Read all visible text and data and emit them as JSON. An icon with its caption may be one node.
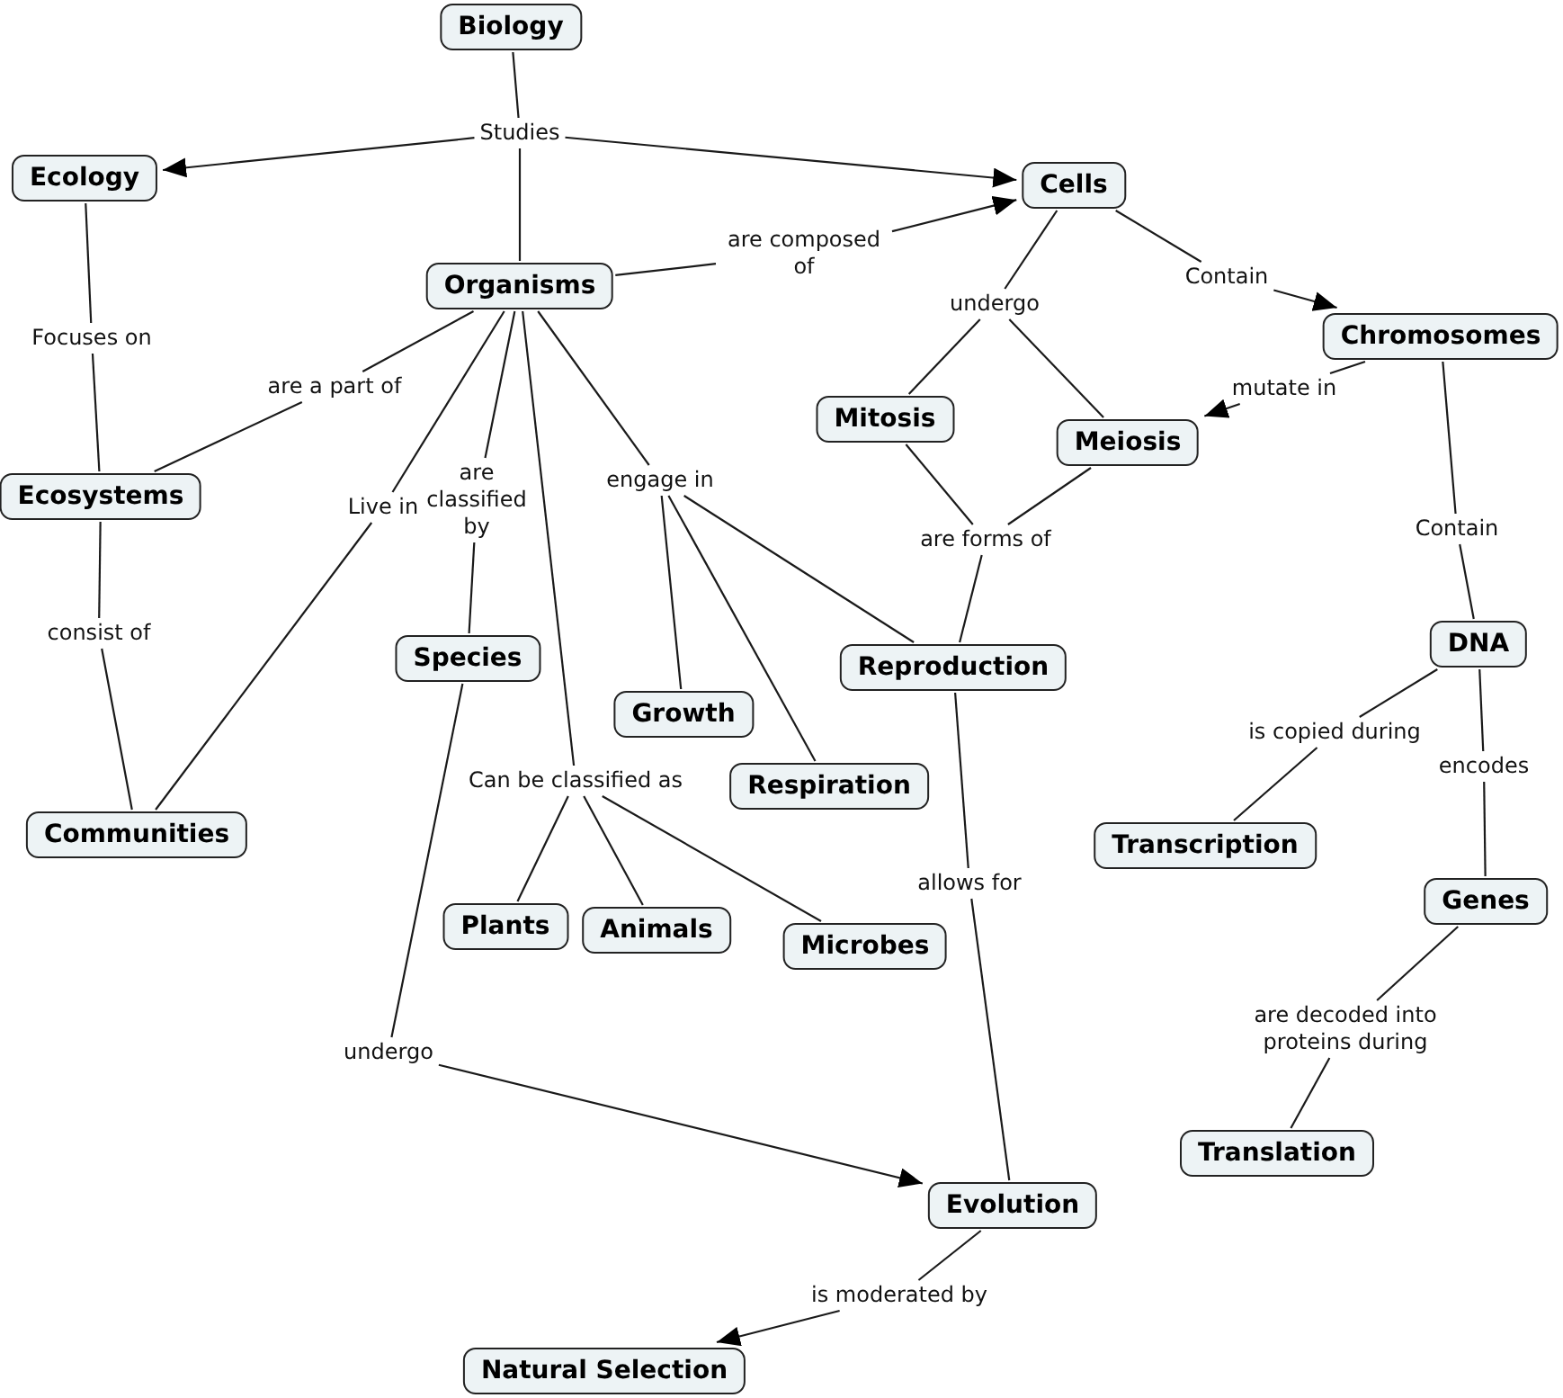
{
  "diagram": {
    "nodes": [
      {
        "text": [
          "Biology"
        ]
      },
      {
        "text": [
          "Studies"
        ]
      },
      {
        "text": [
          "Ecology"
        ]
      },
      {
        "text": [
          "Cells"
        ]
      },
      {
        "text": [
          "Organisms"
        ]
      },
      {
        "text": [
          "are composed of"
        ]
      },
      {
        "text": [
          "Contain"
        ]
      },
      {
        "text": [
          "Chromosomes"
        ]
      },
      {
        "text": [
          "undergo"
        ]
      },
      {
        "text": [
          "Focuses on"
        ]
      },
      {
        "text": [
          "are a part of"
        ]
      },
      {
        "text": [
          "mutate in"
        ]
      },
      {
        "text": [
          "Mitosis"
        ]
      },
      {
        "text": [
          "Meiosis"
        ]
      },
      {
        "text": [
          "Ecosystems"
        ]
      },
      {
        "text": [
          "Live in"
        ]
      },
      {
        "text": [
          "are classified by"
        ]
      },
      {
        "text": [
          "engage in"
        ]
      },
      {
        "text": [
          "are forms of"
        ]
      },
      {
        "text": [
          "Contain"
        ]
      },
      {
        "text": [
          "consist of"
        ]
      },
      {
        "text": [
          "Species"
        ]
      },
      {
        "text": [
          "DNA"
        ]
      },
      {
        "text": [
          "Reproduction"
        ]
      },
      {
        "text": [
          "Growth"
        ]
      },
      {
        "text": [
          "is copied during"
        ]
      },
      {
        "text": [
          "encodes"
        ]
      },
      {
        "text": [
          "Respiration"
        ]
      },
      {
        "text": [
          "Can be classified as"
        ]
      },
      {
        "text": [
          "Communities"
        ]
      },
      {
        "text": [
          "Transcription"
        ]
      },
      {
        "text": [
          "allows for"
        ]
      },
      {
        "text": [
          "Genes"
        ]
      },
      {
        "text": [
          "Plants"
        ]
      },
      {
        "text": [
          "Animals"
        ]
      },
      {
        "text": [
          "Microbes"
        ]
      },
      {
        "text": [
          "are decoded into proteins during"
        ]
      },
      {
        "text": [
          "undergo"
        ]
      },
      {
        "text": [
          "Translation"
        ]
      },
      {
        "text": [
          "Evolution"
        ]
      },
      {
        "text": [
          "is moderated by"
        ]
      },
      {
        "text": [
          "Natural Selection"
        ]
      }
    ],
    "edges": [
      {
        "from": 0,
        "to": 1,
        "arrow": "none"
      },
      {
        "from": 1,
        "to": 2,
        "arrow": "to"
      },
      {
        "from": 1,
        "to": 3,
        "arrow": "to"
      },
      {
        "from": 1,
        "to": 4,
        "arrow": "none"
      },
      {
        "from": 4,
        "to": 5,
        "arrow": "none"
      },
      {
        "from": 5,
        "to": 3,
        "arrow": "to"
      },
      {
        "from": 3,
        "to": 6,
        "arrow": "none"
      },
      {
        "from": 6,
        "to": 7,
        "arrow": "to"
      },
      {
        "from": 3,
        "to": 8,
        "arrow": "none"
      },
      {
        "from": 8,
        "to": 12,
        "arrow": "none"
      },
      {
        "from": 8,
        "to": 13,
        "arrow": "none"
      },
      {
        "from": 7,
        "to": 11,
        "arrow": "none"
      },
      {
        "from": 11,
        "to": 13,
        "arrow": "to"
      },
      {
        "from": 7,
        "to": 19,
        "arrow": "none"
      },
      {
        "from": 19,
        "to": 22,
        "arrow": "none"
      },
      {
        "from": 2,
        "to": 9,
        "arrow": "none"
      },
      {
        "from": 9,
        "to": 14,
        "arrow": "none"
      },
      {
        "from": 4,
        "to": 10,
        "arrow": "none"
      },
      {
        "from": 10,
        "to": 14,
        "arrow": "none"
      },
      {
        "from": 4,
        "to": 15,
        "arrow": "none"
      },
      {
        "from": 15,
        "to": 29,
        "arrow": "none"
      },
      {
        "from": 4,
        "to": 16,
        "arrow": "none"
      },
      {
        "from": 16,
        "to": 21,
        "arrow": "none"
      },
      {
        "from": 4,
        "to": 17,
        "arrow": "none"
      },
      {
        "from": 17,
        "to": 24,
        "arrow": "none"
      },
      {
        "from": 17,
        "to": 27,
        "arrow": "none"
      },
      {
        "from": 17,
        "to": 23,
        "arrow": "none"
      },
      {
        "from": 4,
        "to": 28,
        "arrow": "none"
      },
      {
        "from": 28,
        "to": 33,
        "arrow": "none"
      },
      {
        "from": 28,
        "to": 34,
        "arrow": "none"
      },
      {
        "from": 28,
        "to": 35,
        "arrow": "none"
      },
      {
        "from": 12,
        "to": 18,
        "arrow": "none"
      },
      {
        "from": 13,
        "to": 18,
        "arrow": "none"
      },
      {
        "from": 18,
        "to": 23,
        "arrow": "none"
      },
      {
        "from": 14,
        "to": 20,
        "arrow": "none"
      },
      {
        "from": 20,
        "to": 29,
        "arrow": "none"
      },
      {
        "from": 22,
        "to": 25,
        "arrow": "none"
      },
      {
        "from": 25,
        "to": 30,
        "arrow": "none"
      },
      {
        "from": 22,
        "to": 26,
        "arrow": "none"
      },
      {
        "from": 26,
        "to": 32,
        "arrow": "none"
      },
      {
        "from": 32,
        "to": 36,
        "arrow": "none"
      },
      {
        "from": 36,
        "to": 38,
        "arrow": "none"
      },
      {
        "from": 23,
        "to": 31,
        "arrow": "none"
      },
      {
        "from": 31,
        "to": 39,
        "arrow": "none"
      },
      {
        "from": 21,
        "to": 37,
        "arrow": "none"
      },
      {
        "from": 37,
        "to": 39,
        "arrow": "to"
      },
      {
        "from": 39,
        "to": 40,
        "arrow": "none"
      },
      {
        "from": 40,
        "to": 41,
        "arrow": "to"
      }
    ]
  }
}
